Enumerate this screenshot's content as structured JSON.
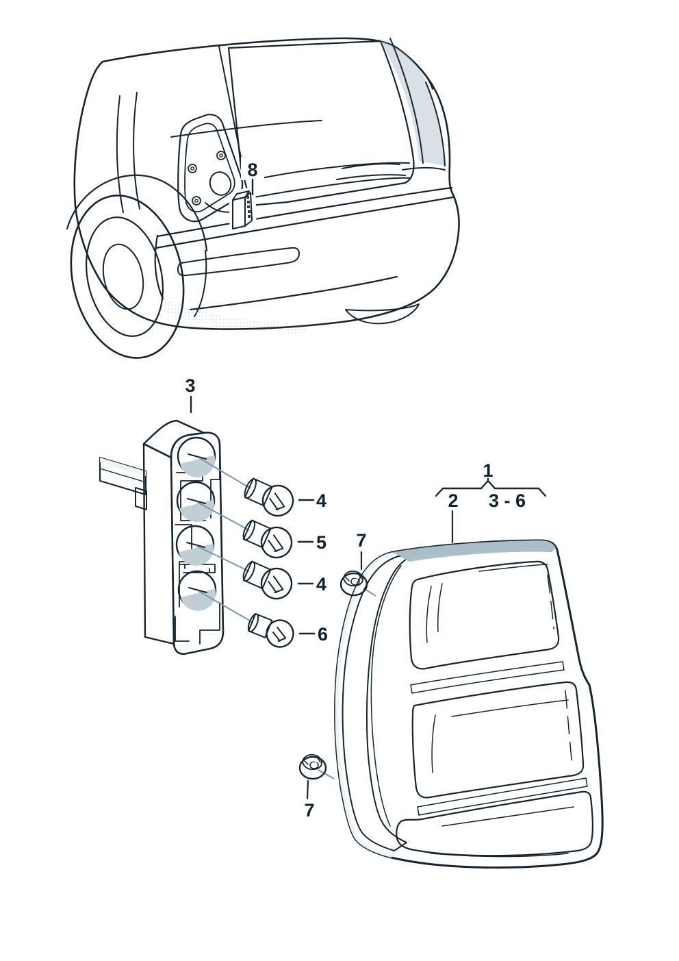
{
  "colors": {
    "outline": "#15242f",
    "body": "#ccd7dd",
    "body_highlight": "#e9eef1",
    "body_shadow": "#aabec9",
    "trunk": "#c3cfd6",
    "recess": "#b7c6d0",
    "holder_front": "#5d7d8f",
    "holder_side": "#d9e1e7",
    "holder_top": "#eef3f5",
    "lens_base": "#8aa4b4",
    "lens_sidewall": "#647f8f",
    "lens_rib": "#c3d3db",
    "bulb_glass": "#dde5ea",
    "metal": "#c6d1d8",
    "nut": "#8fa3af",
    "leader": "#7d97a6",
    "label": "#10202c",
    "white": "#ffffff"
  },
  "callouts": {
    "connector": {
      "label": "8"
    },
    "carrier": {
      "label": "3"
    },
    "bulb1": {
      "label": "4"
    },
    "bulb2": {
      "label": "5"
    },
    "bulb3": {
      "label": "4"
    },
    "bulb4": {
      "label": "6"
    },
    "nut_upper": {
      "label": "7"
    },
    "nut_lower": {
      "label": "7"
    },
    "assembly": {
      "label": "1"
    },
    "housing": {
      "label": "2"
    },
    "bulb_range": {
      "label": "3 - 6"
    }
  }
}
